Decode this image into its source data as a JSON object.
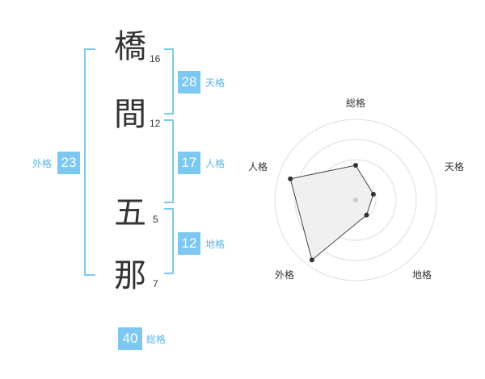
{
  "name": {
    "chars": [
      {
        "char": "橋",
        "strokes": "16"
      },
      {
        "char": "間",
        "strokes": "12"
      },
      {
        "char": "五",
        "strokes": "5"
      },
      {
        "char": "那",
        "strokes": "7"
      }
    ]
  },
  "fortune": {
    "tenkaku": {
      "value": "28",
      "label": "天格"
    },
    "jinkaku": {
      "value": "17",
      "label": "人格"
    },
    "chikaku": {
      "value": "12",
      "label": "地格"
    },
    "gaikaku": {
      "value": "23",
      "label": "外格"
    },
    "soukaku": {
      "value": "40",
      "label": "総格"
    }
  },
  "radar": {
    "axes": [
      "総格",
      "天格",
      "地格",
      "外格",
      "人格"
    ],
    "levels": 4,
    "values": [
      0.43,
      0.23,
      0.23,
      0.92,
      0.85
    ],
    "colors": {
      "ring": "#dddddd",
      "fill": "#eeeeee",
      "stroke": "#444444",
      "dot": "#333333",
      "center": "#cccccc"
    }
  },
  "colors": {
    "accent": "#7dc8f0",
    "label": "#5bb4e5",
    "text": "#333333"
  }
}
